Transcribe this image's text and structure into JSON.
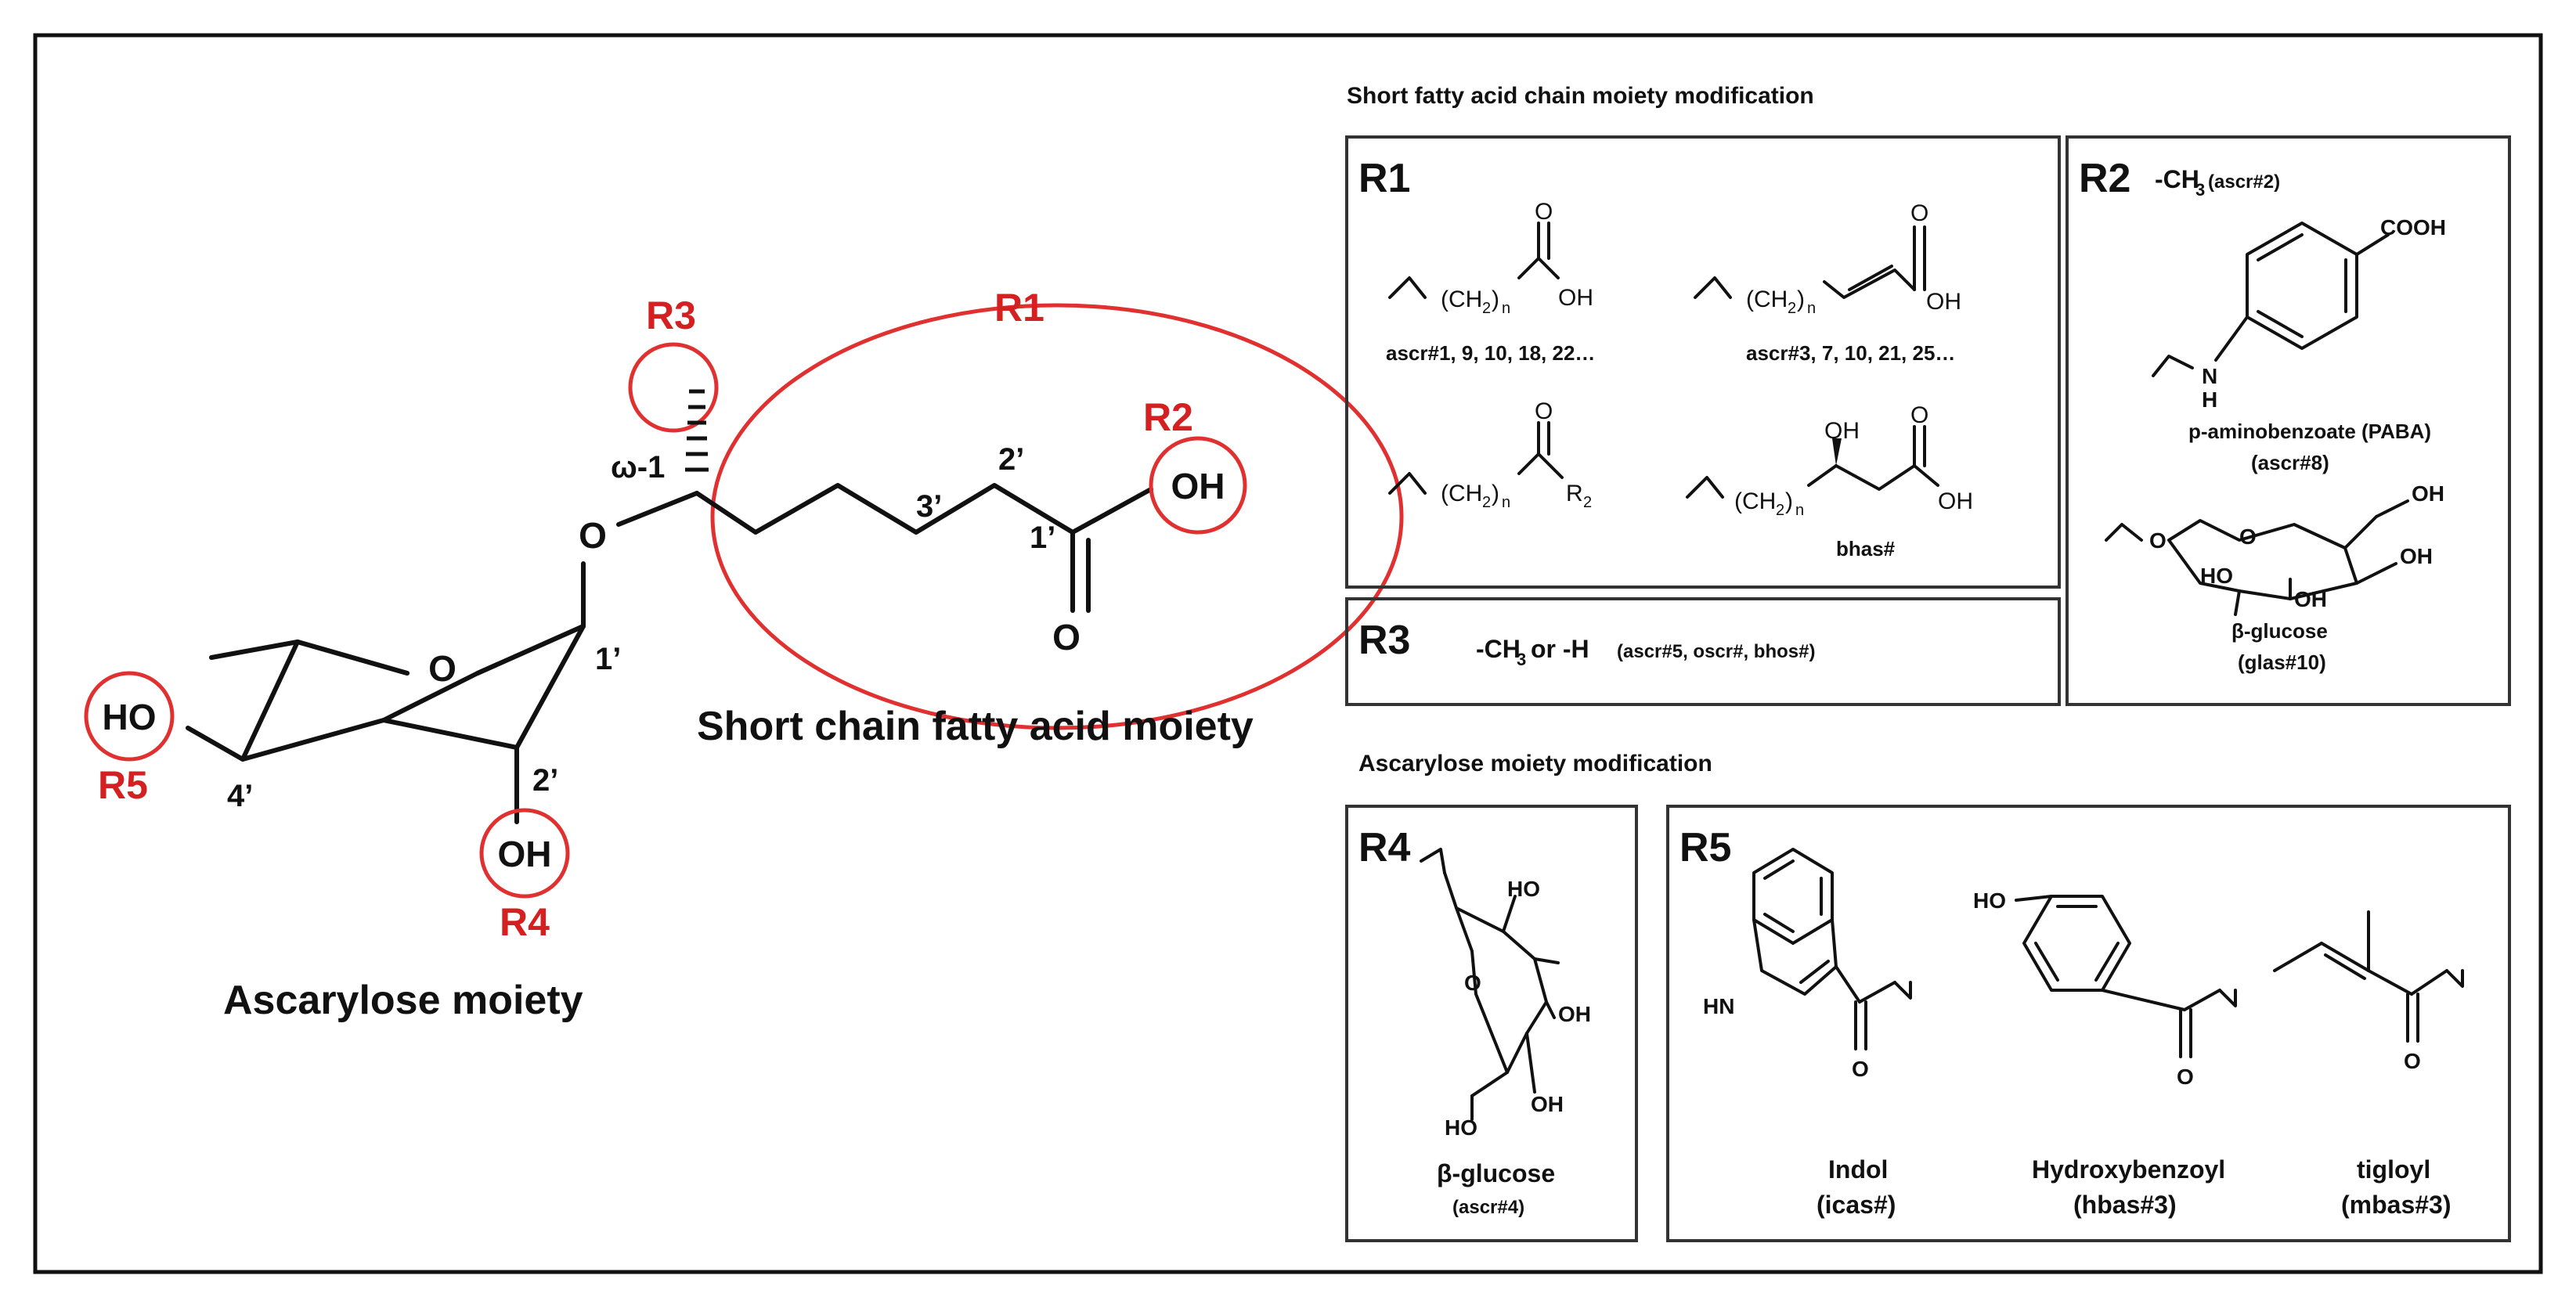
{
  "main_structure": {
    "ascarylose_caption": "Ascarylose moiety",
    "fatty_acid_caption": "Short chain fatty acid moiety",
    "labels": {
      "r1": "R1",
      "r2": "R2",
      "r3": "R3",
      "r4": "R4",
      "r5": "R5"
    },
    "atoms": {
      "ring_o": "O",
      "glyco_o": "O",
      "carbonyl_o": "O",
      "oh_r2": "OH",
      "oh_r4": "OH",
      "ho_r5": "HO"
    },
    "positions": {
      "omega": "ω-1",
      "p1_chain": "1’",
      "p2_chain": "2’",
      "p3_chain": "3’",
      "p1_ring": "1’",
      "p2_ring": "2’",
      "p4_ring": "4’"
    }
  },
  "right_panel": {
    "short_chain_heading": "Short fatty acid chain moiety modification",
    "ascarylose_heading": "Ascarylose moiety modification",
    "r1_box": {
      "label": "R1",
      "oh": "OH",
      "o": "O",
      "r2sub": "R",
      "ch2": "(CH",
      "ch2_sub": "2",
      "ch2_close": ")",
      "n": "n",
      "item1": "ascr#1, 9, 10, 18, 22…",
      "item2": "ascr#3, 7, 10, 21, 25…",
      "item4": "bhas#"
    },
    "r2_box": {
      "label": "R2",
      "ch3": "-CH",
      "ch3_sub": "3",
      "ch3_note": "(ascr#2)",
      "cooh": "COOH",
      "nh": "H",
      "n": "N",
      "paba": "p-aminobenzoate  (PABA)",
      "paba_note": "(ascr#8)",
      "glucose": "β-glucose",
      "glucose_note": "(glas#10)"
    },
    "r3_box": {
      "label": "R3",
      "text1": "-CH",
      "text_sub": "3",
      "text2": " or -H ",
      "note": "(ascr#5, oscr#, bhos#)"
    },
    "r4_box": {
      "label": "R4",
      "glucose": "β-glucose",
      "note": "(ascr#4)"
    },
    "r5_box": {
      "label": "R5",
      "indol": "Indol",
      "indol_note": "(icas#)",
      "hbz": "Hydroxybenzoyl",
      "hbz_note": "(hbas#3)",
      "tig": "tigloyl",
      "tig_note": "(mbas#3)"
    }
  }
}
